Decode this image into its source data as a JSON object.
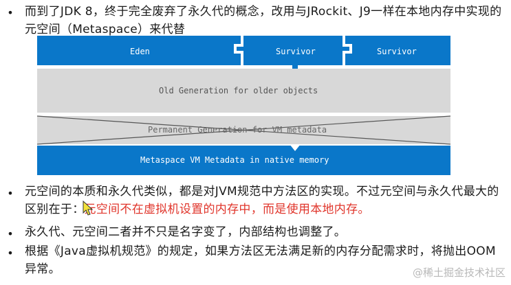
{
  "bullets": {
    "b1": "而到了JDK 8，终于完全废弃了永久代的概念，改用与JRockit、J9一样在本地内存中实现的元空间（Metaspace）来代替",
    "b2_pre": "元空间的本质和永久代类似，都是对JVM规范中方法区的实现。不过元空间与永久代最大的区别在于：",
    "b2_red": "元空间不在虚拟机设置的内存中，而是使用本地内存。",
    "b3": "永久代、元空间二者并不只是名字变了，内部结构也调整了。",
    "b4": "根据《Java虚拟机规范》的规定，如果方法区无法满足新的内存分配需求时，将抛出OOM异常。"
  },
  "diagram": {
    "eden": "Eden",
    "survivor1": "Survivor",
    "survivor2": "Survivor",
    "old": "Old Generation for older objects",
    "perm": "Permanent Generation for VM metadata",
    "meta": "Metaspace VM Metadata in native memory"
  },
  "watermark": "@稀土掘金技术社区",
  "colors": {
    "blue": "#0a77c9",
    "gray": "#d8d8d8",
    "accent_red": "#e0352b"
  }
}
